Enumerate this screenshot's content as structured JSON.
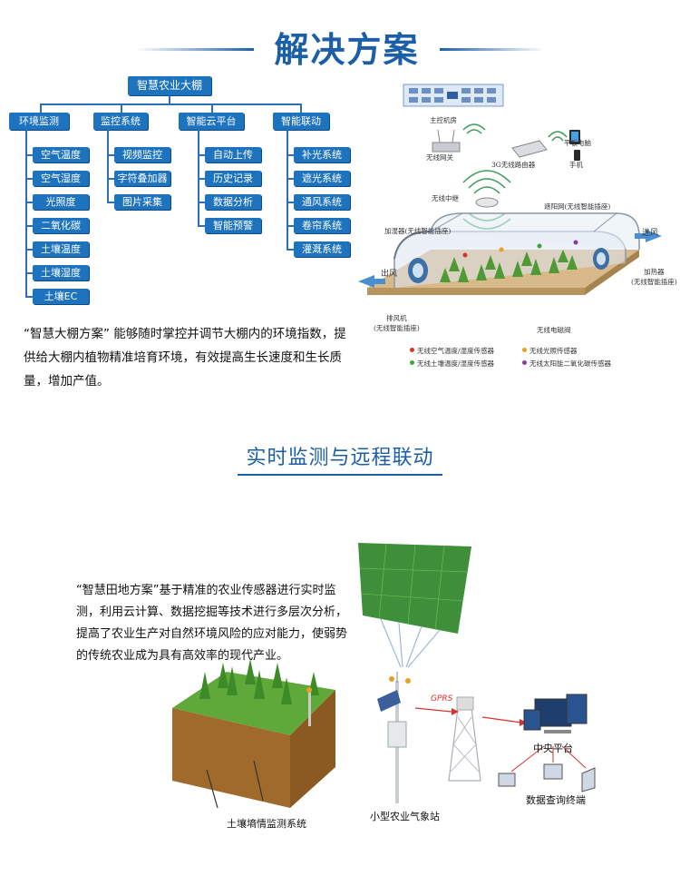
{
  "header": {
    "title": "解决方案"
  },
  "org_chart": {
    "root": "智慧农业大棚",
    "categories": [
      {
        "label": "环境监测",
        "items": [
          "空气温度",
          "空气湿度",
          "光照度",
          "二氧化碳",
          "土壤温度",
          "土壤湿度",
          "土壤EC"
        ]
      },
      {
        "label": "监控系统",
        "items": [
          "视频监控",
          "字符叠加器",
          "图片采集"
        ]
      },
      {
        "label": "智能云平台",
        "items": [
          "自动上传",
          "历史记录",
          "数据分析",
          "智能预警"
        ]
      },
      {
        "label": "智能联动",
        "items": [
          "补光系统",
          "遮光系统",
          "通风系统",
          "卷帘系统",
          "灌溉系统"
        ]
      }
    ]
  },
  "section1": {
    "description": "“智慧大棚方案” 能够随时掌控并调节大棚内的环境指数，提供给大棚内植物精准培育环境，有效提高生长速度和生长质量，增加产值。"
  },
  "greenhouse_diagram": {
    "labels": {
      "server": "主控机房",
      "gateway": "无线网关",
      "router": "3G无线路由器",
      "tablet": "平板电脑",
      "phone": "手机",
      "relay": "无线中继",
      "shade_net": "遮阳网(无线智能插座)",
      "humidifier": "加湿器(无线智能插座)",
      "wind_in": "进风",
      "heater": "加热器\n(无线智能插座)",
      "wind_out": "出风",
      "fan": "排风机\n(无线智能插座)",
      "valve": "无线电磁阀"
    },
    "legend": [
      {
        "text": "无线空气温度/湿度传感器",
        "color": "#d9312b"
      },
      {
        "text": "无线光照传感器",
        "color": "#e8a020"
      },
      {
        "text": "无线土壤温度/湿度传感器",
        "color": "#3aa63a"
      },
      {
        "text": "无线太阳能二氧化碳传感器",
        "color": "#8a3aa6"
      }
    ]
  },
  "section2": {
    "title": "实时监测与远程联动",
    "description": "“智慧田地方案”基于精准的农业传感器进行实时监测，利用云计算、数据挖掘等技术进行多层次分析，提高了农业生产对自然环境风险的应对能力，使弱势的传统农业成为具有高效率的现代产业。",
    "labels": {
      "gprs": "GPRS",
      "platform": "中央平台",
      "terminal": "数据查询终端",
      "weather": "小型农业气象站",
      "soil": "土壤墒情监测系统"
    }
  }
}
